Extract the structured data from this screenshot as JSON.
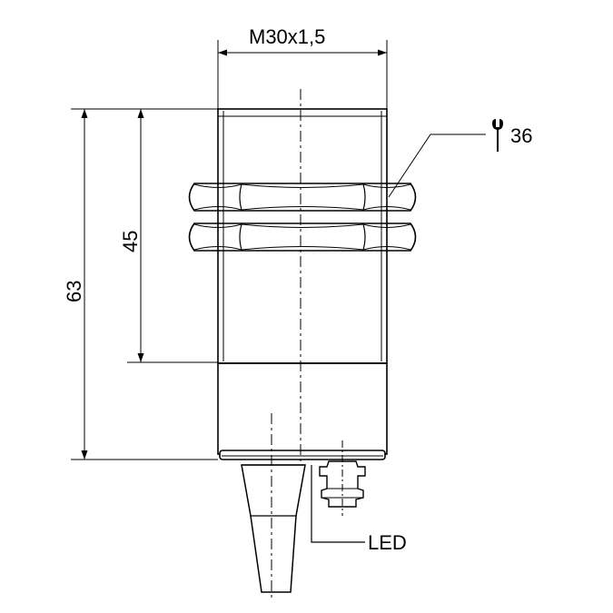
{
  "labels": {
    "thread": "M30x1,5",
    "wrench_size": "36",
    "total_length": "63",
    "thread_length": "45",
    "led": "LED"
  },
  "icons": {
    "wrench": "wrench-icon"
  },
  "colors": {
    "line": "#000000",
    "background": "#ffffff"
  }
}
